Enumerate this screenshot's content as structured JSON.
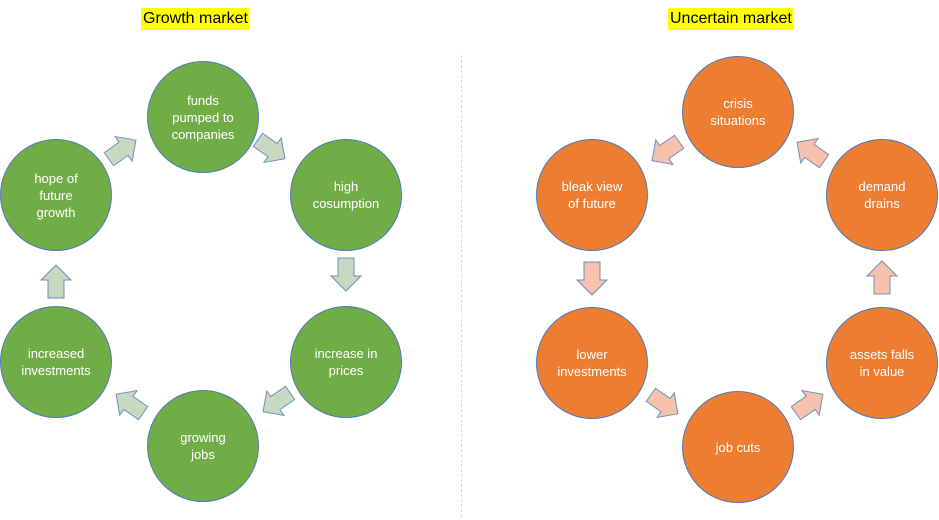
{
  "colors": {
    "title_highlight": "#ffff00",
    "growth_fill": "#70ad47",
    "growth_stroke": "#4f7bbd",
    "growth_arrow_fill": "#c8d9c2",
    "growth_arrow_stroke": "#6f8fbf",
    "uncertain_fill": "#ed7d31",
    "uncertain_stroke": "#4f7bbd",
    "uncertain_arrow_fill": "#f6c1ad",
    "uncertain_arrow_stroke": "#6f8fbf",
    "divider": "#d9d9d9"
  },
  "growth": {
    "title": "Growth market",
    "nodes": [
      {
        "label": "funds\npumped to\ncompanies"
      },
      {
        "label": "high\ncosumption"
      },
      {
        "label": "increase in\nprices"
      },
      {
        "label": "growing\njobs"
      },
      {
        "label": "increased\ninvestments"
      },
      {
        "label": "hope of\nfuture\ngrowth"
      }
    ]
  },
  "uncertain": {
    "title": "Uncertain market",
    "nodes": [
      {
        "label": "crisis\nsituations"
      },
      {
        "label": "demand\ndrains"
      },
      {
        "label": "assets falls\nin value"
      },
      {
        "label": "job cuts"
      },
      {
        "label": "lower\ninvestments"
      },
      {
        "label": "bleak view\nof future"
      }
    ]
  }
}
